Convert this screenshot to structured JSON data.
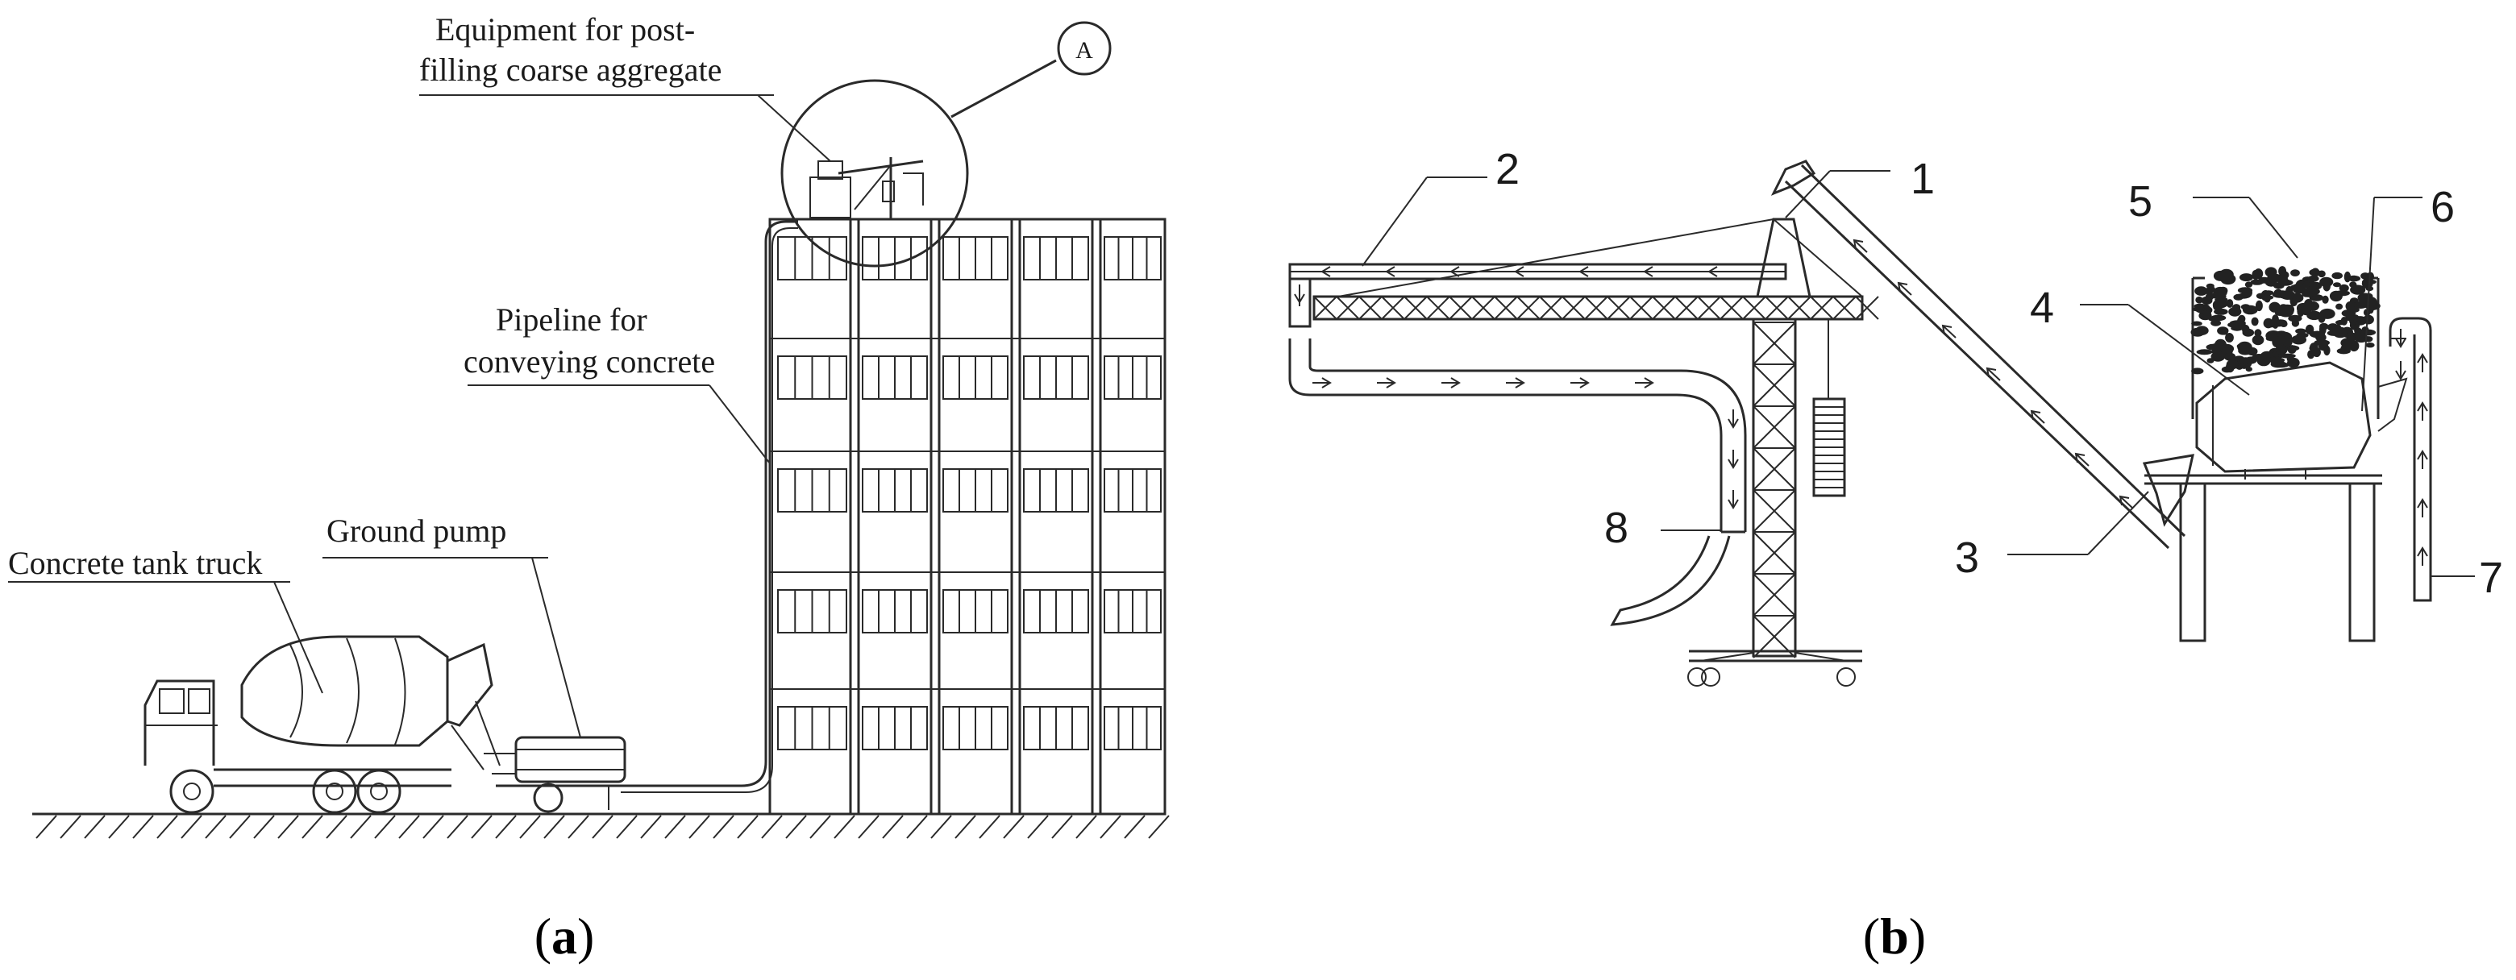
{
  "panel_a": {
    "labels": {
      "equipment_line1": "Equipment for post-",
      "equipment_line2": "filling coarse aggregate",
      "marker": "A",
      "pipeline_line1": "Pipeline for",
      "pipeline_line2": "conveying concrete",
      "ground_pump": "Ground pump",
      "tank_truck": "Concrete tank truck"
    },
    "caption": {
      "open": "(",
      "letter": "a",
      "close": ")"
    }
  },
  "panel_b": {
    "callouts": [
      "1",
      "2",
      "3",
      "4",
      "5",
      "6",
      "7",
      "8"
    ],
    "caption": {
      "open": "(",
      "letter": "b",
      "close": ")"
    }
  }
}
